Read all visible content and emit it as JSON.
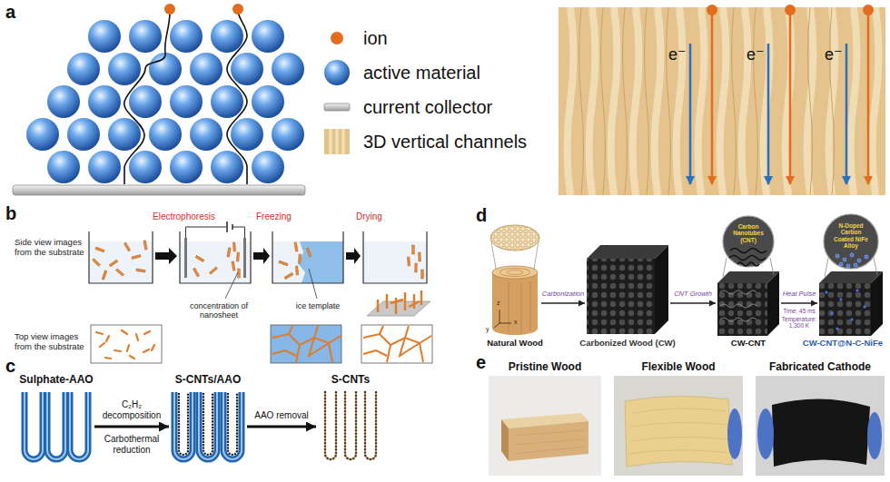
{
  "diagram": {
    "nodes": [
      {
        "text": [
          "Sulphate-AAO"
        ]
      },
      {
        "text": [
          "S-CNTs/AAO"
        ]
      },
      {
        "text": [
          "S-CNTs"
        ]
      },
      {
        "text": [
          "Natural Wood"
        ]
      },
      {
        "text": [
          "Carbonized Wood (CW)"
        ]
      },
      {
        "text": [
          "CW-CNT",
          "Carbon Nanotubes (CNT)"
        ]
      },
      {
        "text": [
          "CW-CNT@N-C-NiFe",
          "N-Doped Carbon Coated NiFe Alloy"
        ]
      },
      {
        "text": [
          "Pristine Wood"
        ]
      },
      {
        "text": [
          "Flexible Wood"
        ]
      },
      {
        "text": [
          "Fabricated Cathode"
        ]
      }
    ],
    "edges": [
      {
        "from": 0,
        "to": 1,
        "arrow": "to",
        "label": "C₂H₂ decomposition"
      },
      {
        "from": 1,
        "to": 2,
        "arrow": "to",
        "label": "AAO removal"
      },
      {
        "from": 3,
        "to": 4,
        "arrow": "to",
        "label": "Carbonization"
      },
      {
        "from": 4,
        "to": 5,
        "arrow": "to",
        "label": "CNT Growth"
      },
      {
        "from": 5,
        "to": 6,
        "arrow": "to",
        "label": "Heat Pulse"
      }
    ],
    "labels": [
      "a",
      "e⁻",
      "e⁻",
      "e⁻",
      "b",
      "Electrophoresis",
      "Freezing",
      "Drying",
      "Side view images from the substrate",
      "concentration of nanosheet",
      "ice template",
      "Top view images from the substrate",
      "c",
      "Carbothermal reduction",
      "d",
      "z",
      "x",
      "y",
      "Time: 45 ms",
      "Temperature: 1,300 K",
      "e"
    ],
    "legend": [
      {
        "text": "ion",
        "color": "#e46c1e"
      },
      {
        "text": "active material"
      },
      {
        "text": "current collector"
      },
      {
        "text": "3D vertical channels"
      }
    ]
  }
}
